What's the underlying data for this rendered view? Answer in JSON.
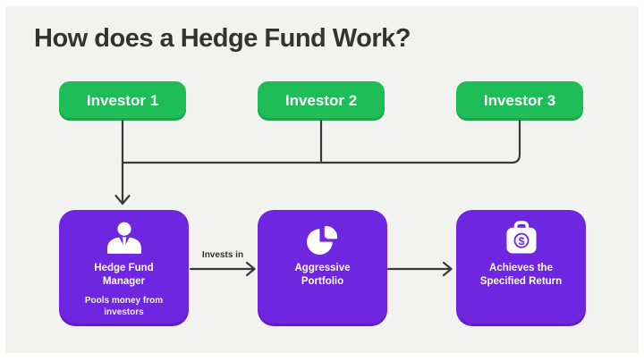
{
  "title": "How does a Hedge Fund Work?",
  "investors": [
    {
      "label": "Investor 1"
    },
    {
      "label": "Investor 2"
    },
    {
      "label": "Investor 3"
    }
  ],
  "flow": [
    {
      "title": "Hedge Fund Manager",
      "subtitle": "Pools money from investors",
      "icon": "user-tie-icon"
    },
    {
      "title": "Aggressive Portfolio",
      "icon": "pie-chart-icon"
    },
    {
      "title": "Achieves the Specified Return",
      "icon": "dollar-briefcase-icon"
    }
  ],
  "arrows": {
    "invests_in_label": "Invests in"
  },
  "colors": {
    "investor_green": "#1fbd57",
    "flow_purple": "#6e26e0",
    "connector_line": "#3a3a3a",
    "canvas_background": "#f2f2f0",
    "title_text": "#333333"
  }
}
